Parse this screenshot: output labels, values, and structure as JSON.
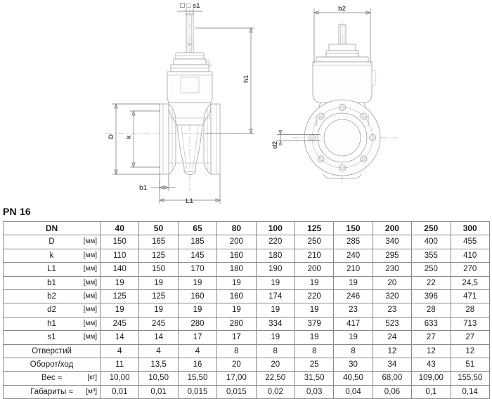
{
  "document": {
    "type": "technical-drawing-datasheet",
    "product": "gate valve (flanged)"
  },
  "drawing": {
    "left_view": {
      "name": "front-elevation",
      "labels": {
        "stem_square": "□ s1",
        "height": "h1",
        "flange_outer_diameter": "D",
        "bolt_circle": "k",
        "flange_thickness": "b1",
        "face_to_face": "L1"
      }
    },
    "right_view": {
      "name": "side-elevation-flange-face",
      "labels": {
        "width": "b2",
        "bolt_hole_diameter": "d2"
      }
    }
  },
  "spec": {
    "title": "PN 16",
    "header_label": "DN",
    "columns": [
      "40",
      "50",
      "65",
      "80",
      "100",
      "125",
      "150",
      "200",
      "250",
      "300"
    ],
    "rows": [
      {
        "label": "D",
        "unit": "[мм]",
        "values": [
          "150",
          "165",
          "185",
          "200",
          "220",
          "250",
          "285",
          "340",
          "400",
          "455"
        ]
      },
      {
        "label": "k",
        "unit": "[мм]",
        "values": [
          "110",
          "125",
          "145",
          "160",
          "180",
          "210",
          "240",
          "295",
          "355",
          "410"
        ]
      },
      {
        "label": "L1",
        "unit": "[мм]",
        "values": [
          "140",
          "150",
          "170",
          "180",
          "190",
          "200",
          "210",
          "230",
          "250",
          "270"
        ]
      },
      {
        "label": "b1",
        "unit": "[мм]",
        "values": [
          "19",
          "19",
          "19",
          "19",
          "19",
          "19",
          "19",
          "20",
          "22",
          "24,5"
        ]
      },
      {
        "label": "b2",
        "unit": "[мм]",
        "values": [
          "125",
          "125",
          "160",
          "160",
          "174",
          "220",
          "246",
          "320",
          "396",
          "471"
        ]
      },
      {
        "label": "d2",
        "unit": "[мм]",
        "values": [
          "19",
          "19",
          "19",
          "19",
          "19",
          "19",
          "23",
          "23",
          "28",
          "28"
        ]
      },
      {
        "label": "h1",
        "unit": "[мм]",
        "values": [
          "245",
          "245",
          "280",
          "280",
          "334",
          "379",
          "417",
          "523",
          "633",
          "713"
        ]
      },
      {
        "label": "s1",
        "unit": "[мм]",
        "values": [
          "14",
          "14",
          "17",
          "17",
          "19",
          "19",
          "19",
          "24",
          "27",
          "27"
        ]
      },
      {
        "label": "Отверстий",
        "unit": "",
        "values": [
          "4",
          "4",
          "4",
          "8",
          "8",
          "8",
          "8",
          "12",
          "12",
          "12"
        ]
      },
      {
        "label": "Оборот/ход",
        "unit": "",
        "values": [
          "11",
          "13,5",
          "16",
          "20",
          "20",
          "25",
          "30",
          "34",
          "43",
          "51"
        ]
      },
      {
        "label": "Вес ≈",
        "unit": "[кг]",
        "values": [
          "10,00",
          "10,50",
          "15,50",
          "17,00",
          "22,50",
          "31,50",
          "40,50",
          "68,00",
          "109,00",
          "155,50"
        ]
      },
      {
        "label": "Габариты ≈",
        "unit": "[м³]",
        "values": [
          "0,01",
          "0,01",
          "0,015",
          "0,015",
          "0,02",
          "0,03",
          "0,04",
          "0,06",
          "0,1",
          "0,14"
        ]
      }
    ]
  }
}
